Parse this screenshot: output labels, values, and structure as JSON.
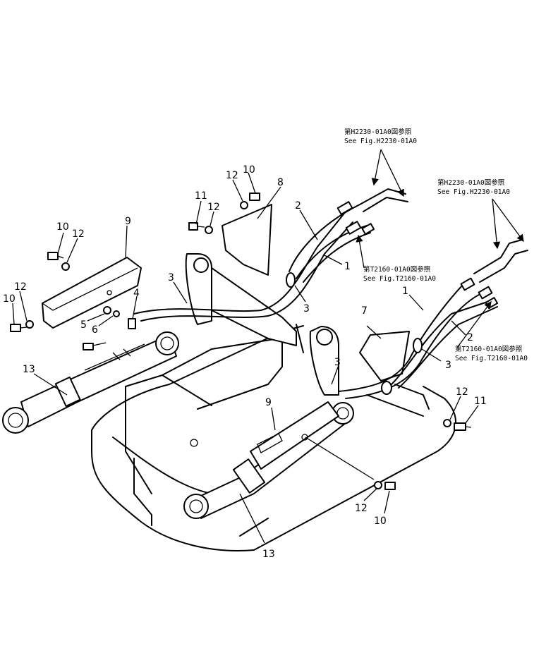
{
  "callouts": {
    "c1a": "1",
    "c1b": "1",
    "c2a": "2",
    "c2b": "2",
    "c3a": "3",
    "c3b": "3",
    "c3c": "3",
    "c3d": "3",
    "c4": "4",
    "c5": "5",
    "c6": "6",
    "c7": "7",
    "c8": "8",
    "c9a": "9",
    "c9b": "9",
    "c10a": "10",
    "c10b": "10",
    "c10c": "10",
    "c10d": "10",
    "c11a": "11",
    "c11b": "11",
    "c12a": "12",
    "c12b": "12",
    "c12c": "12",
    "c12d": "12",
    "c12e": "12",
    "c12f": "12",
    "c13a": "13",
    "c13b": "13"
  },
  "references": {
    "r1_ja": "第H2230-01A0図参照",
    "r1_en": "See Fig.H2230-01A0",
    "r2_ja": "第H2230-01A0図参照",
    "r2_en": "See Fig.H2230-01A0",
    "r3_ja": "第T2160-01A0図参照",
    "r3_en": "See Fig.T2160-01A0",
    "r4_ja": "第T2160-01A0図参照",
    "r4_en": "See Fig.T2160-01A0"
  }
}
